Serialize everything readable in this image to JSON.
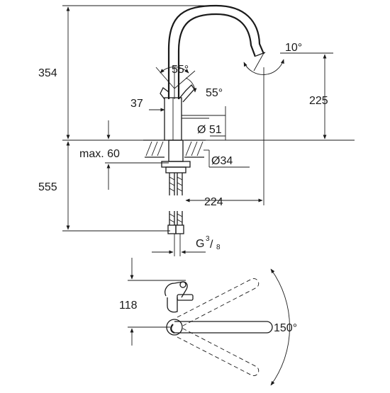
{
  "dimensions": {
    "total_height_above": "354",
    "spout_height": "225",
    "below_counter": "555",
    "lever_offset": "37",
    "lever_angle_a": "55°",
    "lever_angle_b": "55°",
    "spout_tilt": "10°",
    "base_diameter": "Ø 51",
    "hole_diameter": "Ø34",
    "max_counter": "max. 60",
    "spout_reach": "224",
    "connection_base": "G",
    "connection_sup": "3",
    "connection_sub": "8",
    "plan_depth": "118",
    "swivel_angle": "150°"
  }
}
